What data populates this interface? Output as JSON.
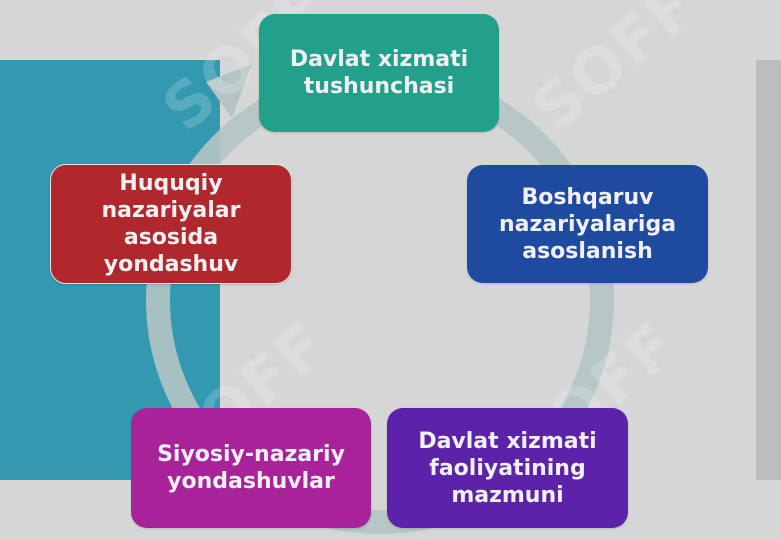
{
  "nodes": {
    "top": "Davlat xizmati\ntushunchasi",
    "right": "Boshqaruv\nnazariyalariga\nasoslanish",
    "bottom_right": "Davlat xizmati\nfaoliyatining\nmazmuni",
    "bottom_left": "Siyosiy-nazariy\nyondashuvlar",
    "left": "Huquqiy\nnazariyalar\nasosida\nyondashuv"
  },
  "watermark": "SOFF",
  "colors": {
    "top": "#22a08c",
    "right": "#1e4aa0",
    "bottom_right": "#5c22aa",
    "bottom_left": "#a8239a",
    "left": "#b0282e",
    "side_panel": "#3399b0",
    "ring": "#b4c4c4"
  }
}
